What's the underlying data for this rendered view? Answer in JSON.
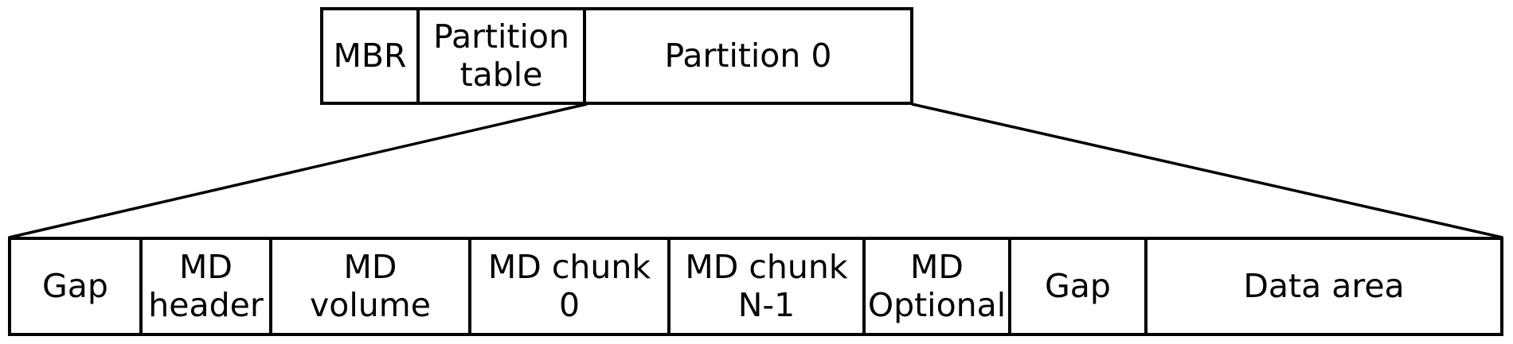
{
  "diagram": {
    "description": "Disk layout diagram: MBR disk with Partition 0 expanded into metadata-device (MD) regions",
    "colors": {
      "line": "#000000",
      "text": "#000000",
      "background": "#ffffff"
    },
    "disk_row": {
      "cells": [
        {
          "label": "MBR"
        },
        {
          "label": "Partition\ntable"
        },
        {
          "label": "Partition 0"
        }
      ]
    },
    "partition_row": {
      "cells": [
        {
          "label": "Gap"
        },
        {
          "label": "MD\nheader"
        },
        {
          "label": "MD\nvolume"
        },
        {
          "label": "MD chunk\n0"
        },
        {
          "label": "MD chunk\nN-1"
        },
        {
          "label": "MD\nOptional"
        },
        {
          "label": "Gap"
        },
        {
          "label": "Data area"
        }
      ]
    }
  }
}
